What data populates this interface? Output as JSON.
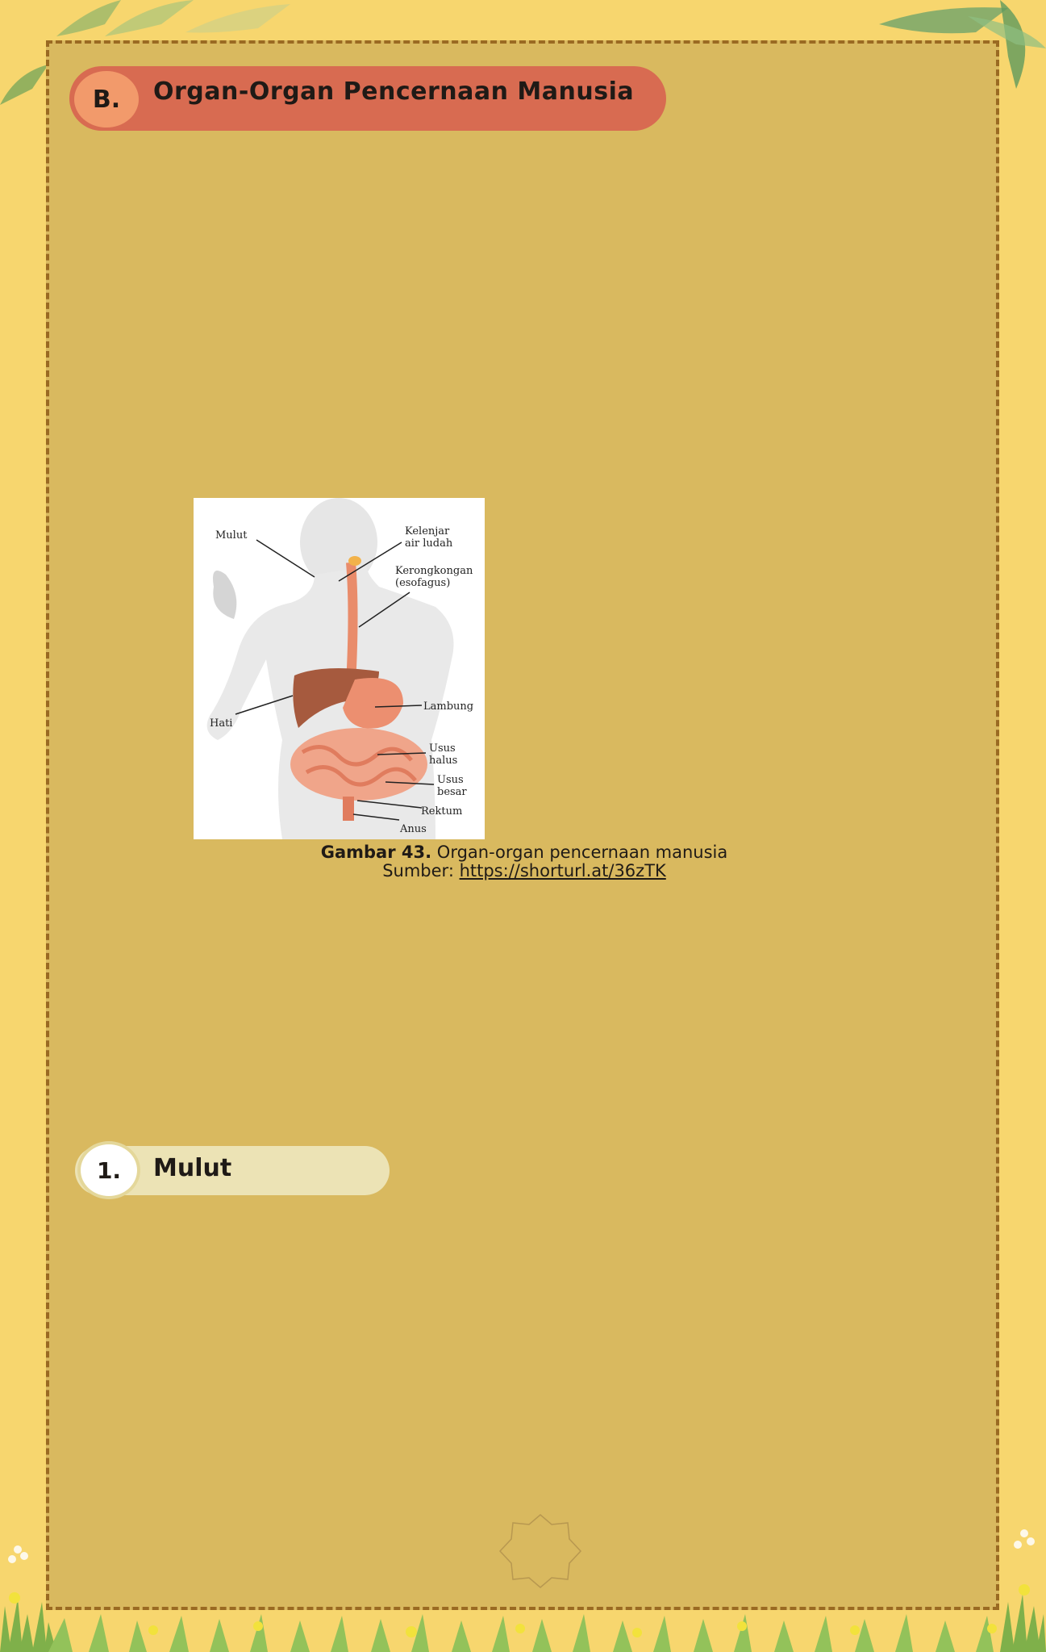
{
  "section": {
    "letter": "B.",
    "title": "Organ-Organ Pencernaan Manusia"
  },
  "figure": {
    "labels": {
      "mulut": "Mulut",
      "kelenjar_1": "Kelenjar",
      "kelenjar_2": "air ludah",
      "kerongkongan_1": "Kerongkongan",
      "kerongkongan_2": "(esofagus)",
      "lambung": "Lambung",
      "hati": "Hati",
      "usus_halus_1": "Usus",
      "usus_halus_2": "halus",
      "usus_besar_1": "Usus",
      "usus_besar_2": "besar",
      "rektum": "Rektum",
      "anus": "Anus"
    },
    "caption_bold": "Gambar 43.",
    "caption_text": " Organ-organ pencernaan manusia",
    "source_label": "Sumber: ",
    "source_url": "https://shorturl.at/36zTK"
  },
  "subsection": {
    "number": "1.",
    "title": "Mulut"
  },
  "colors": {
    "page_bg": "#f7d66e",
    "frame_bg": "#d9b95f",
    "frame_border": "#9a6a22",
    "section_pill": "#d86b51",
    "section_circle": "#f29a6b",
    "sub_pill": "#ece3b5"
  }
}
